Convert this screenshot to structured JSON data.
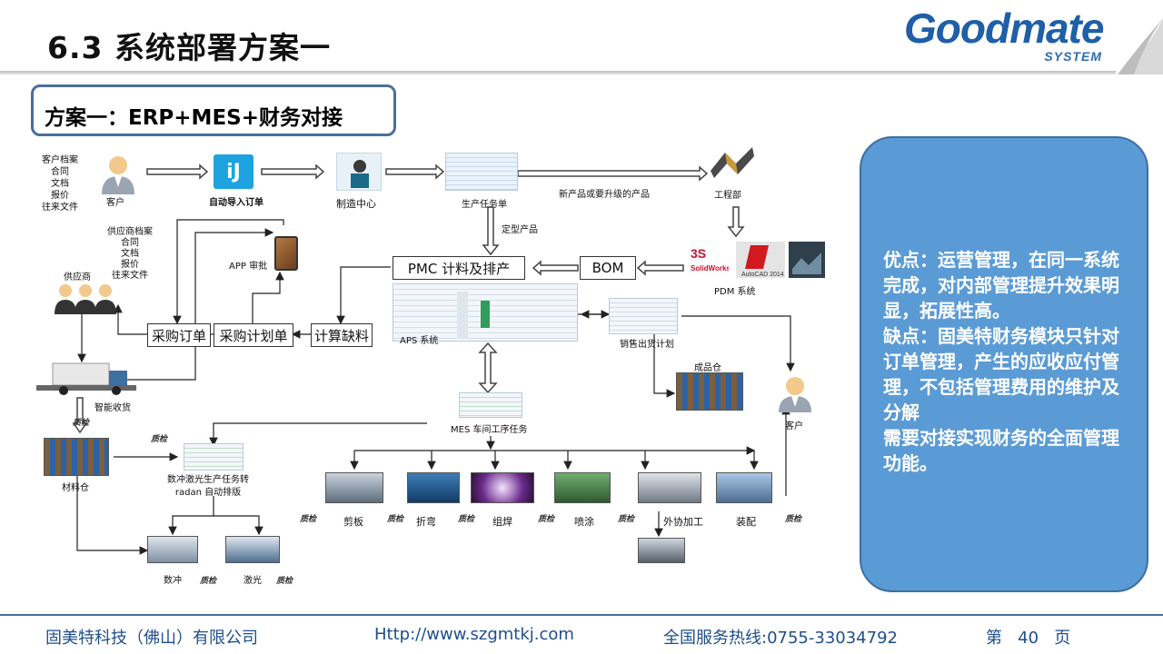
{
  "header": {
    "title": "6.3 系统部署方案一",
    "logo_main": "Goodmate",
    "logo_sub": "SYSTEM"
  },
  "scheme": {
    "label": "方案一：ERP+MES+财务对接"
  },
  "diagram": {
    "customer_docs": [
      "客户档案",
      "合同",
      "文档",
      "报价",
      "往来文件"
    ],
    "customer": "客户",
    "auto_import": "自动导入订单",
    "manufacturing_center": "制造中心",
    "production_task": "生产任务单",
    "new_product_note": "新产品或要升级的产品",
    "engineering": "工程部",
    "pdm": "PDM 系统",
    "typed_product": "定型产品",
    "pmc": "PMC 计料及排产",
    "bom": "BOM",
    "supplier_docs": [
      "供应商档案",
      "合同",
      "文档",
      "报价",
      "往来文件"
    ],
    "app_approval": "APP 审批",
    "supplier": "供应商",
    "purchase_order": "采购订单",
    "purchase_plan": "采购计划单",
    "calc_shortage": "计算缺料",
    "aps": "APS 系统",
    "sales_delivery": "销售出货计划",
    "finished_warehouse": "成品仓",
    "customer2": "客户",
    "smart_receiving": "智能收货",
    "mes_task": "MES 车间工序任务",
    "material_warehouse": "材料仓",
    "punch_laser_task": [
      "数冲激光生产任务转",
      "radan 自动排版"
    ],
    "processes": [
      "剪板",
      "折弯",
      "组焊",
      "喷涂",
      "外协加工",
      "装配"
    ],
    "punch": "数冲",
    "laser": "激光",
    "qc": "质检"
  },
  "info": {
    "lines": [
      "优点：运营管理，在同一系统完成，对内部管理提升效果明显，拓展性高。",
      "缺点：固美特财务模块只针对订单管理，产生的应收应付管理，不包括管理费用的维护及分解",
      "需要对接实现财务的全面管理功能。"
    ]
  },
  "footer": {
    "company": "固美特科技（佛山）有限公司",
    "website": "Http://www.szgmtkj.com",
    "hotline": "全国服务热线:0755-33034792",
    "page": "第   40   页"
  },
  "colors": {
    "accent_blue": "#1f5fa8",
    "panel_blue": "#5b9bd5",
    "footer_blue": "#1f4e8c"
  }
}
